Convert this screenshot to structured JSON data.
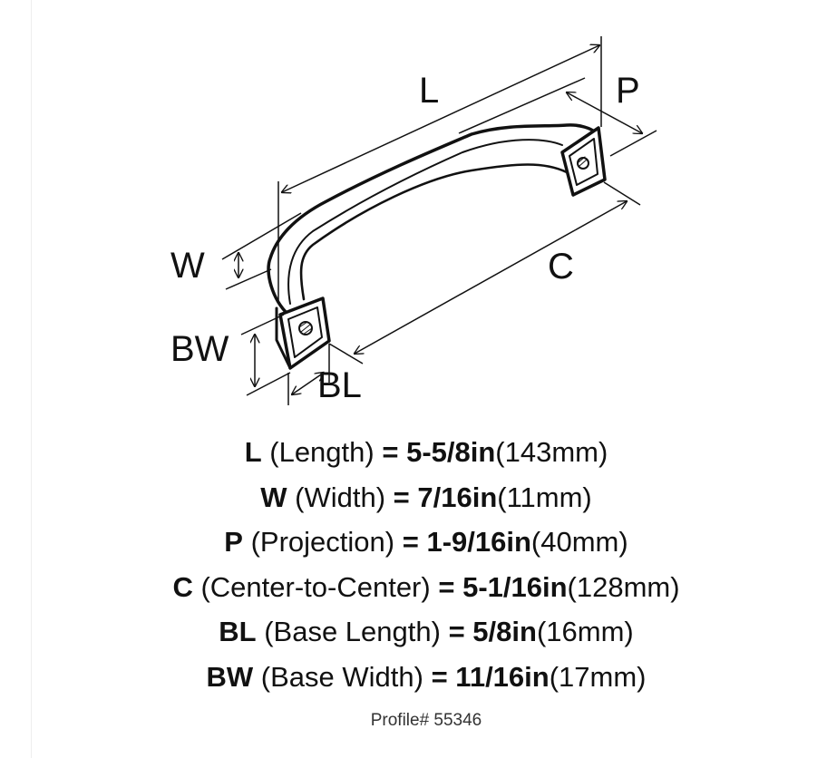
{
  "diagram": {
    "labels": {
      "L": "L",
      "P": "P",
      "W": "W",
      "C": "C",
      "BW": "BW",
      "BL": "BL"
    }
  },
  "specs": [
    {
      "code": "L",
      "name": "(Length)",
      "eq": "=",
      "imperial": "5-5/8in",
      "metric": "(143mm)"
    },
    {
      "code": "W",
      "name": "(Width)",
      "eq": "=",
      "imperial": "7/16in",
      "metric": "(11mm)"
    },
    {
      "code": "P",
      "name": "(Projection)",
      "eq": "=",
      "imperial": "1-9/16in",
      "metric": "(40mm)"
    },
    {
      "code": "C",
      "name": "(Center-to-Center)",
      "eq": "=",
      "imperial": "5-1/16in",
      "metric": "(128mm)"
    },
    {
      "code": "BL",
      "name": "(Base Length)",
      "eq": "=",
      "imperial": "5/8in",
      "metric": "(16mm)"
    },
    {
      "code": "BW",
      "name": "(Base Width)",
      "eq": "=",
      "imperial": "11/16in",
      "metric": "(17mm)"
    }
  ],
  "profile": "Profile# 55346",
  "colors": {
    "ink": "#111111",
    "background": "#ffffff"
  }
}
